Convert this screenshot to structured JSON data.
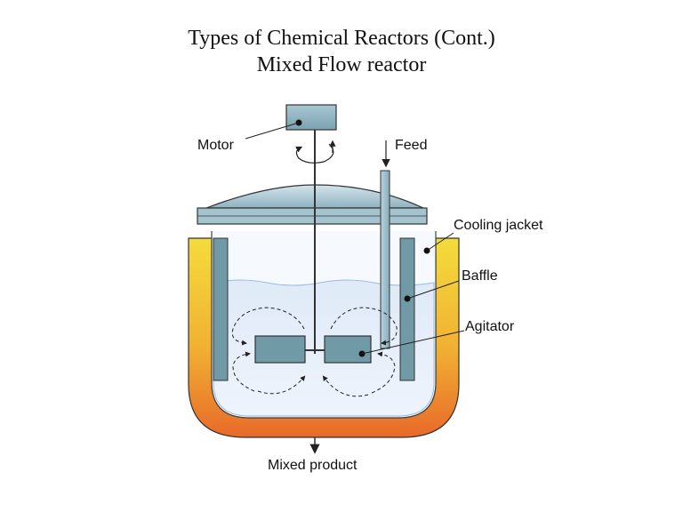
{
  "slide": {
    "title_line1": "Types of Chemical Reactors (Cont.)",
    "title_line2": "Mixed Flow reactor"
  },
  "diagram": {
    "labels": {
      "motor": "Motor",
      "feed": "Feed",
      "cooling_jacket": "Cooling jacket",
      "baffle": "Baffle",
      "agitator": "Agitator",
      "mixed_product": "Mixed product"
    },
    "colors": {
      "jacket_yellow": "#f2d33a",
      "jacket_orange": "#ec7a2a",
      "baffle": "#6f9aa6",
      "liquid": "#e7f0fb",
      "lid": "#a9c7d3",
      "motor": "#87aeba"
    }
  }
}
